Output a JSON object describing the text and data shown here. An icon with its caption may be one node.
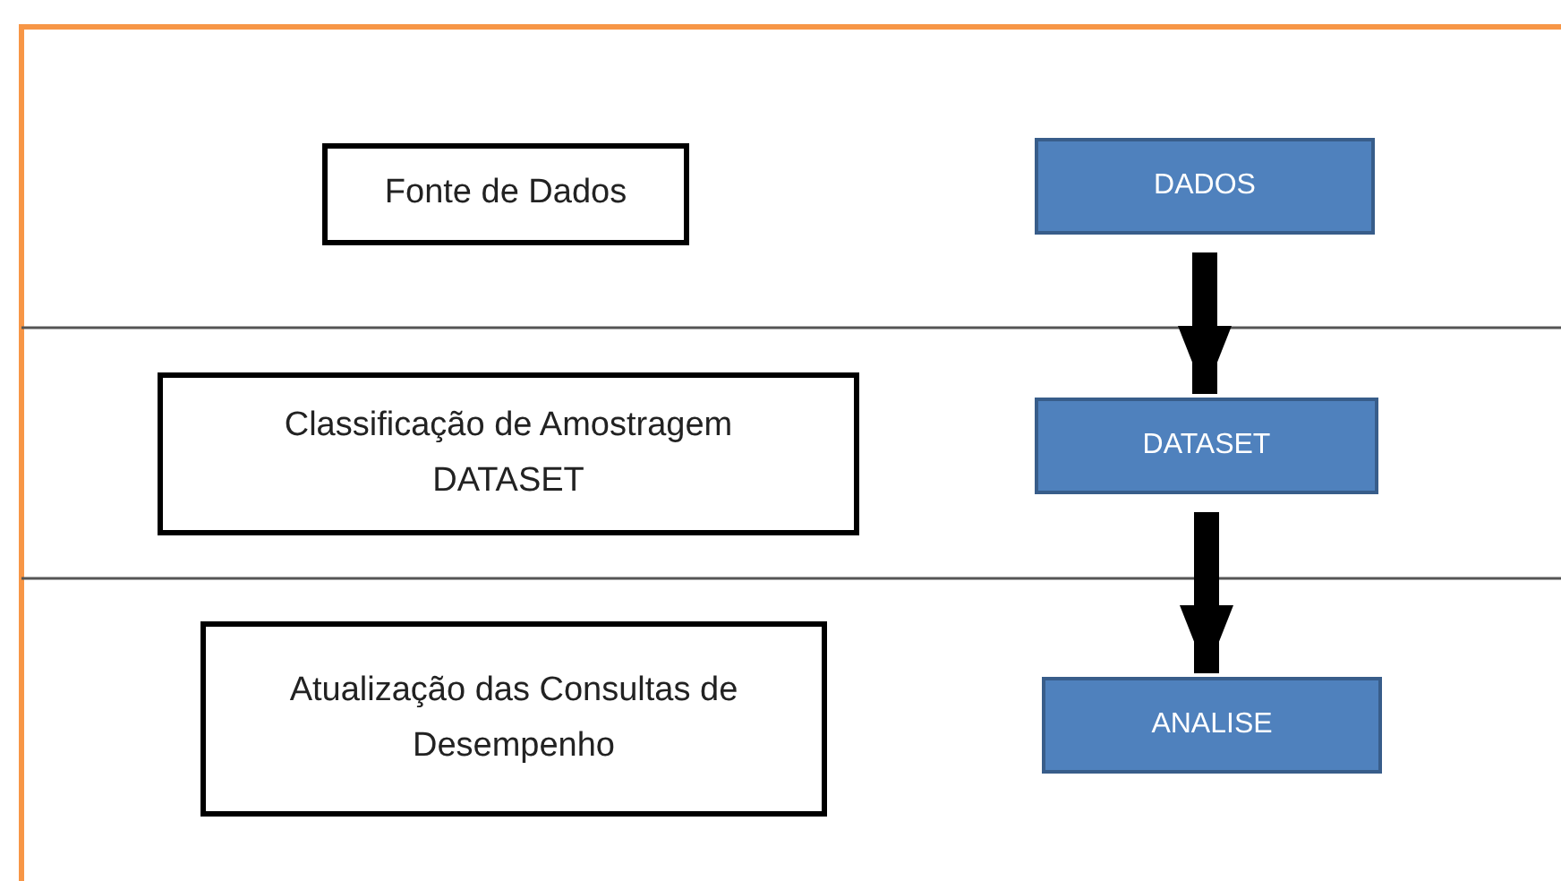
{
  "diagram": {
    "nodes": [
      {
        "text": [
          "Fonte de Dados"
        ]
      },
      {
        "text": [
          "DADOS"
        ]
      },
      {
        "text": [
          "Classificação de Amostragem DATASET"
        ]
      },
      {
        "text": [
          "DATASET"
        ]
      },
      {
        "text": [
          "Atualização das Consultas de Desempenho"
        ]
      },
      {
        "text": [
          "ANALISE"
        ]
      }
    ],
    "edges": [
      {
        "from": 1,
        "to": 3,
        "arrow": "to"
      },
      {
        "from": 3,
        "to": 5,
        "arrow": "to"
      }
    ]
  }
}
